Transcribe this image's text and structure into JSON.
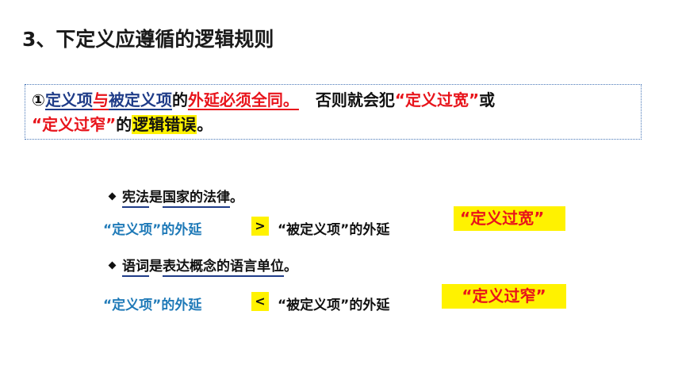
{
  "title": "3、下定义应遵循的逻辑规则",
  "rule": {
    "marker": "①",
    "term1": "定义项",
    "conj": "与",
    "term2": "被定义项",
    "of": "的",
    "requirement": "外延必须全同。",
    "spacer": "   ",
    "consequence": "否则就会犯",
    "error1": "“定义过宽”",
    "or": "或",
    "error2": "“定义过窄”",
    "of2": "的",
    "logic_error": "逻辑错误",
    "period": "。"
  },
  "example1": {
    "subject": "宪法",
    "copula": "是",
    "predicate": "国家的法律",
    "period": "。",
    "left": "“定义项”的外延",
    "sign": ">",
    "right": "“被定义项”的外延",
    "verdict": "“定义过宽”"
  },
  "example2": {
    "subject": "语词",
    "copula": "是",
    "predicate": "表达概念的语言单位",
    "period": "。",
    "left": "“定义项”的外延",
    "sign": "<",
    "right": "“被定义项”的外延",
    "verdict": "“定义过窄”"
  }
}
